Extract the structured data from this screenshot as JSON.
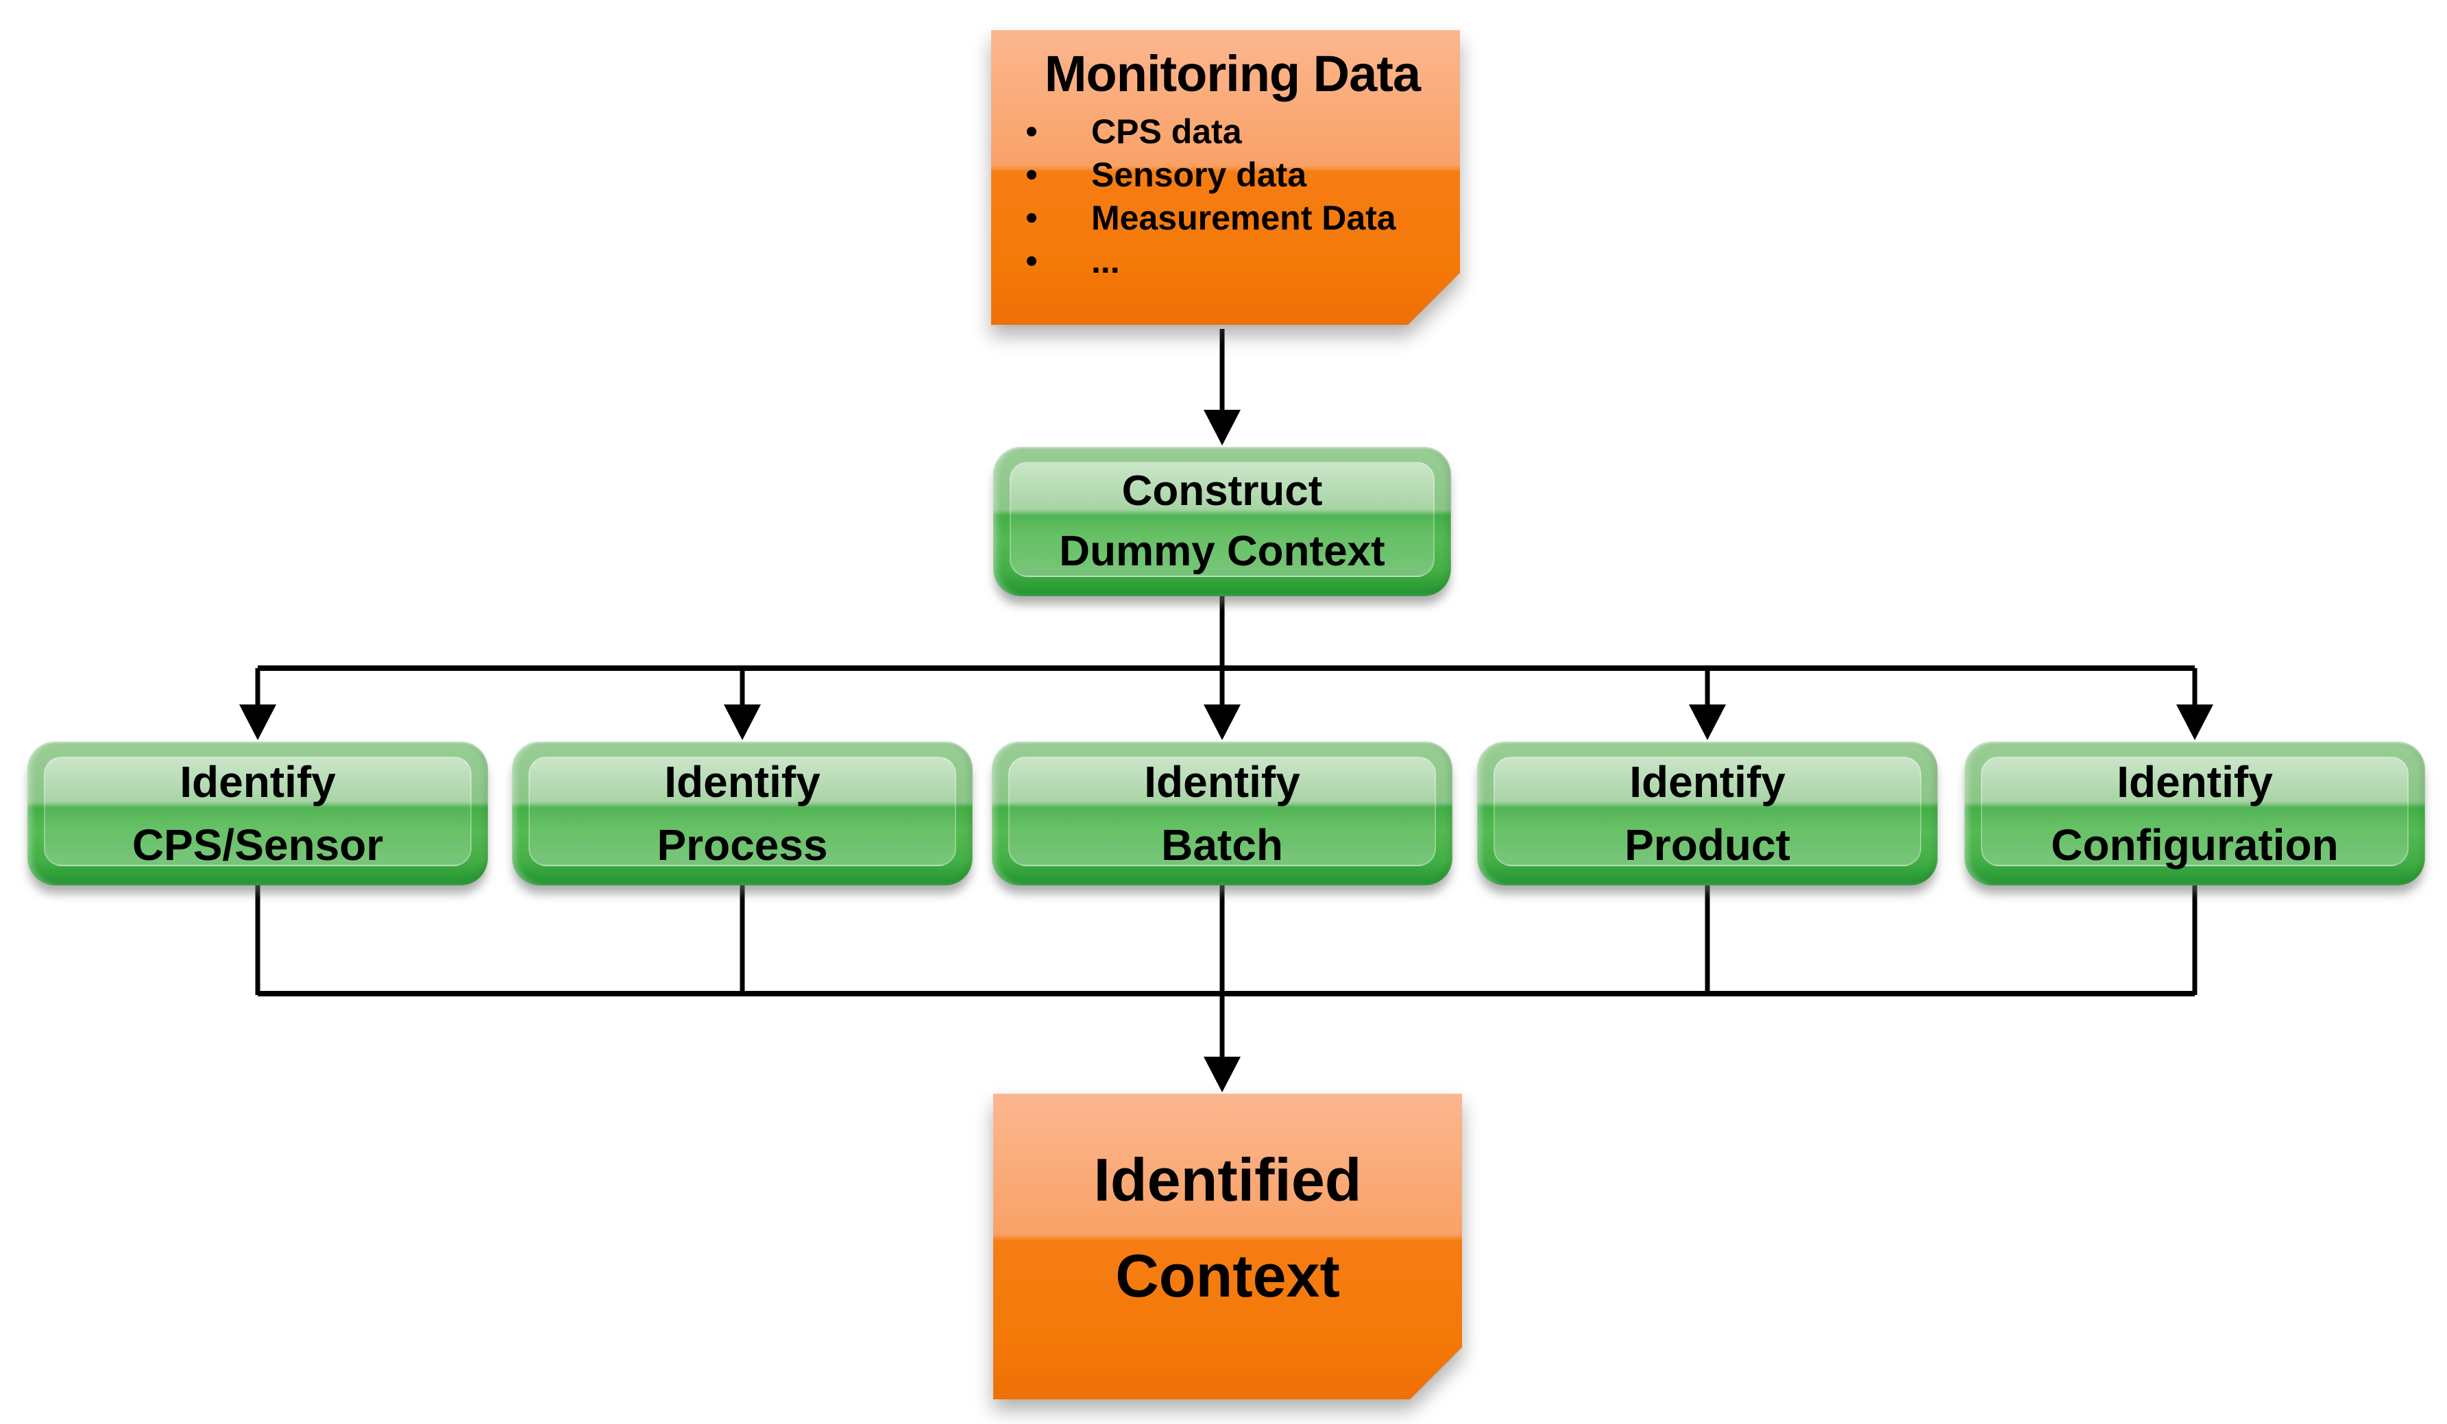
{
  "monitoring_note": {
    "title": "Monitoring Data",
    "bullets": [
      "CPS data",
      "Sensory data",
      "Measurement Data",
      "..."
    ]
  },
  "construct_node": {
    "line1": "Construct",
    "line2": "Dummy Context"
  },
  "identify_nodes": [
    {
      "line1": "Identify",
      "line2": "CPS/Sensor"
    },
    {
      "line1": "Identify",
      "line2": "Process"
    },
    {
      "line1": "Identify",
      "line2": "Batch"
    },
    {
      "line1": "Identify",
      "line2": "Product"
    },
    {
      "line1": "Identify",
      "line2": "Configuration"
    }
  ],
  "identified_note": {
    "line1": "Identified",
    "line2": "Context"
  },
  "colors": {
    "note_orange_light": "#F9A267",
    "note_orange_dark": "#F47908",
    "node_green_light": "#8AC687",
    "node_green_dark": "#2A9B35",
    "connector": "#000000",
    "text": "#000000",
    "background": "#FFFFFF"
  }
}
